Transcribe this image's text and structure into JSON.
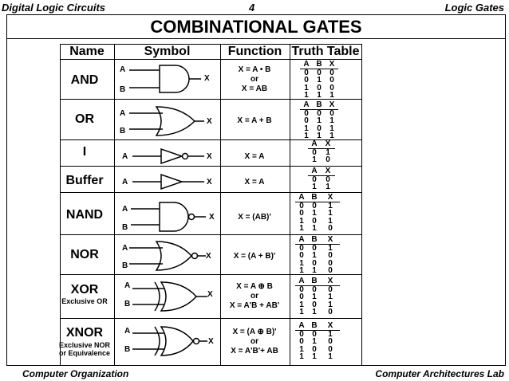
{
  "header": {
    "left": "Digital Logic Circuits",
    "page": "4",
    "right": "Logic Gates"
  },
  "title": "COMBINATIONAL  GATES",
  "columns": {
    "name": "Name",
    "symbol": "Symbol",
    "function": "Function",
    "truth": "Truth Table"
  },
  "gates": [
    {
      "name": "AND",
      "sub": "",
      "in_a": "A",
      "in_b": "B",
      "out": "X",
      "f1": "X = A • B",
      "f2": "or",
      "f3": "X = AB",
      "tt_head": [
        "A",
        "B",
        "X"
      ],
      "tt": [
        [
          "0",
          "0",
          "0"
        ],
        [
          "0",
          "1",
          "0"
        ],
        [
          "1",
          "0",
          "0"
        ],
        [
          "1",
          "1",
          "1"
        ]
      ]
    },
    {
      "name": "OR",
      "sub": "",
      "in_a": "A",
      "in_b": "B",
      "out": "X",
      "f1": "",
      "f2": "X = A + B",
      "f3": "",
      "tt_head": [
        "A",
        "B",
        "X"
      ],
      "tt": [
        [
          "0",
          "0",
          "0"
        ],
        [
          "0",
          "1",
          "1"
        ],
        [
          "1",
          "0",
          "1"
        ],
        [
          "1",
          "1",
          "1"
        ]
      ]
    },
    {
      "name": "I",
      "sub": "",
      "in_a": "A",
      "in_b": "",
      "out": "X",
      "f1": "",
      "f2": "X = A",
      "f3": "",
      "tt_head": [
        "A",
        "X"
      ],
      "tt": [
        [
          "0",
          "1"
        ],
        [
          "1",
          "0"
        ]
      ]
    },
    {
      "name": "Buffer",
      "sub": "",
      "in_a": "A",
      "in_b": "",
      "out": "X",
      "f1": "",
      "f2": "X = A",
      "f3": "",
      "tt_head": [
        "A",
        "X"
      ],
      "tt": [
        [
          "0",
          "0"
        ],
        [
          "1",
          "1"
        ]
      ]
    },
    {
      "name": "NAND",
      "sub": "",
      "in_a": "A",
      "in_b": "B",
      "out": "X",
      "f1": "",
      "f2": "X = (AB)'",
      "f3": "",
      "tt_head": [
        "A",
        "B",
        "X"
      ],
      "tt": [
        [
          "0",
          "0",
          "1"
        ],
        [
          "0",
          "1",
          "1"
        ],
        [
          "1",
          "0",
          "1"
        ],
        [
          "1",
          "1",
          "0"
        ]
      ]
    },
    {
      "name": "NOR",
      "sub": "",
      "in_a": "A",
      "in_b": "B",
      "out": "X",
      "f1": "",
      "f2": "X = (A + B)'",
      "f3": "",
      "tt_head": [
        "A",
        "B",
        "X"
      ],
      "tt": [
        [
          "0",
          "0",
          "1"
        ],
        [
          "0",
          "1",
          "0"
        ],
        [
          "1",
          "0",
          "0"
        ],
        [
          "1",
          "1",
          "0"
        ]
      ]
    },
    {
      "name": "XOR",
      "sub": "Exclusive OR",
      "in_a": "A",
      "in_b": "B",
      "out": "X",
      "f1": "X = A ⊕ B",
      "f2": "or",
      "f3": "X = A'B + AB'",
      "tt_head": [
        "A",
        "B",
        "X"
      ],
      "tt": [
        [
          "0",
          "0",
          "0"
        ],
        [
          "0",
          "1",
          "1"
        ],
        [
          "1",
          "0",
          "1"
        ],
        [
          "1",
          "1",
          "0"
        ]
      ]
    },
    {
      "name": "XNOR",
      "sub": "Exclusive NOR",
      "sub2": "or Equivalence",
      "in_a": "A",
      "in_b": "B",
      "out": "X",
      "f1": "X = (A ⊕ B)'",
      "f2": "or",
      "f3": "X = A'B'+ AB",
      "tt_head": [
        "A",
        "B",
        "X"
      ],
      "tt": [
        [
          "0",
          "0",
          "1"
        ],
        [
          "0",
          "1",
          "0"
        ],
        [
          "1",
          "0",
          "0"
        ],
        [
          "1",
          "1",
          "1"
        ]
      ]
    }
  ],
  "footer": {
    "left": "Computer Organization",
    "right": "Computer Architectures Lab"
  }
}
